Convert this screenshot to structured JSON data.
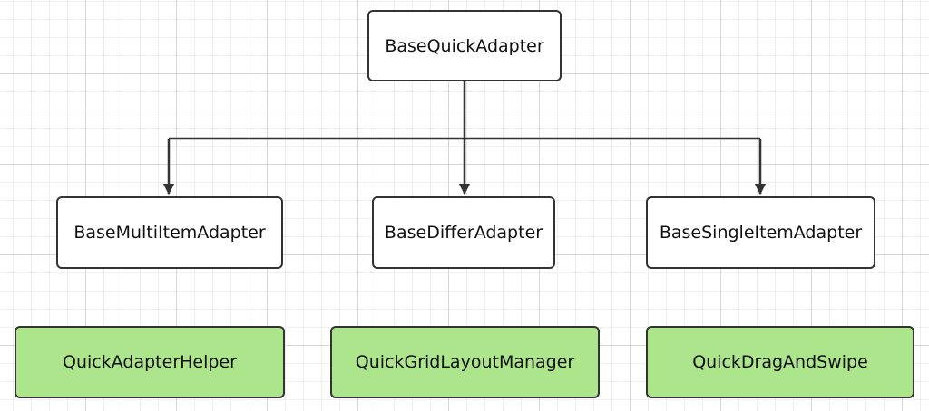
{
  "diagram": {
    "root": {
      "label": "BaseQuickAdapter"
    },
    "children": [
      {
        "label": "BaseMultiItemAdapter"
      },
      {
        "label": "BaseDifferAdapter"
      },
      {
        "label": "BaseSingleItemAdapter"
      }
    ],
    "helpers": [
      {
        "label": "QuickAdapterHelper"
      },
      {
        "label": "QuickGridLayoutManager"
      },
      {
        "label": "QuickDragAndSwipe"
      }
    ],
    "colors": {
      "helper_fill": "#ade58d",
      "border": "#333333",
      "grid_major": "#d6d6d6",
      "grid_minor": "#efefef"
    }
  }
}
